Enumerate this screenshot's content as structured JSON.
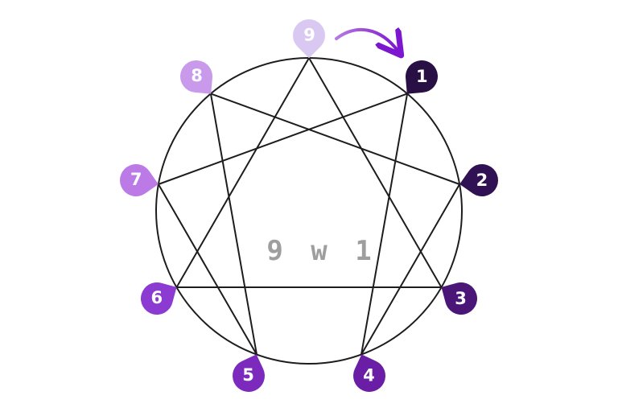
{
  "diagram": {
    "name": "enneagram-wing-diagram",
    "background": "#ffffff",
    "center_label": "9 w 1",
    "center_label_color": "#9e9e9e",
    "line_color": "#1d1d1d",
    "arrow": {
      "from": "9",
      "to": "1",
      "color_start": "#b77ae0",
      "color_end": "#7c16cf"
    },
    "connections": [
      [
        "9",
        "3"
      ],
      [
        "3",
        "6"
      ],
      [
        "6",
        "9"
      ],
      [
        "1",
        "4"
      ],
      [
        "4",
        "2"
      ],
      [
        "2",
        "8"
      ],
      [
        "8",
        "5"
      ],
      [
        "5",
        "7"
      ],
      [
        "7",
        "1"
      ]
    ],
    "points": [
      {
        "label": "1",
        "color": "#281045"
      },
      {
        "label": "2",
        "color": "#301153"
      },
      {
        "label": "3",
        "color": "#4a1778"
      },
      {
        "label": "4",
        "color": "#6a1ea6"
      },
      {
        "label": "5",
        "color": "#7c2abd"
      },
      {
        "label": "6",
        "color": "#8b3ad2"
      },
      {
        "label": "7",
        "color": "#bb7ae6"
      },
      {
        "label": "8",
        "color": "#c99aec"
      },
      {
        "label": "9",
        "color": "#d9c9f2"
      }
    ]
  }
}
